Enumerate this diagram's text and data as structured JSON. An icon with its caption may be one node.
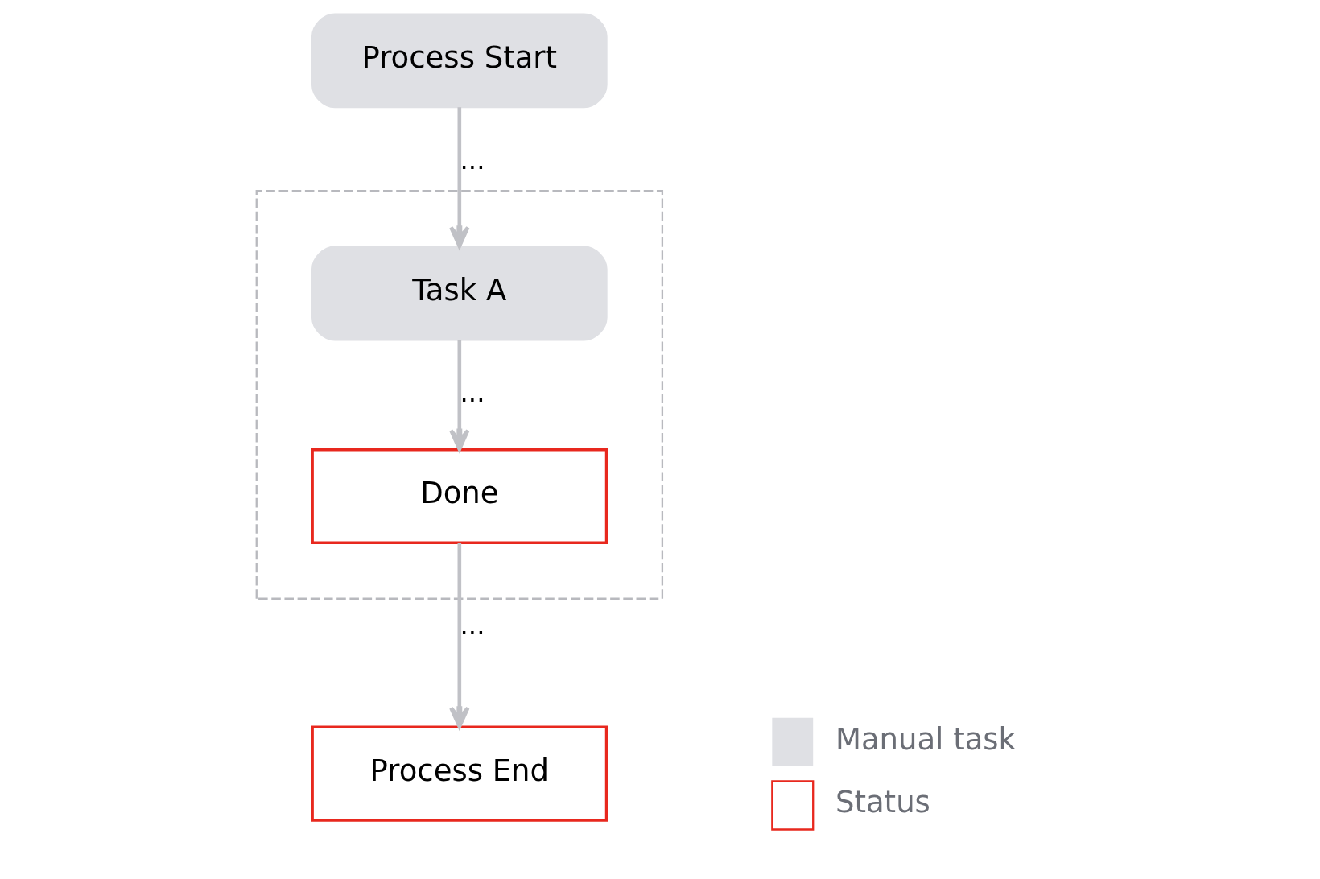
{
  "diagram": {
    "nodes": [
      {
        "text": [
          "Process Start"
        ]
      },
      {
        "text": [],
        "shape": "box"
      },
      {
        "text": [
          "Task A"
        ],
        "in": 1
      },
      {
        "text": [
          "Done"
        ],
        "in": 1
      },
      {
        "text": [
          "Process End"
        ]
      }
    ],
    "edges": [
      {
        "from": 0,
        "to": 2,
        "arrow": "to",
        "label": "..."
      },
      {
        "from": 2,
        "to": 3,
        "arrow": "to",
        "label": "..."
      },
      {
        "from": 3,
        "to": 4,
        "arrow": "to",
        "label": "..."
      }
    ],
    "legend": [
      {
        "text": "Manual task",
        "color": "#dfe0e4"
      },
      {
        "text": "Status"
      }
    ]
  }
}
